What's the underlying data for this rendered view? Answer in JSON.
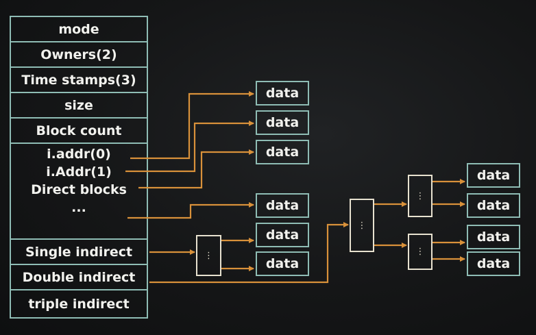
{
  "inode": {
    "rows": [
      "mode",
      "Owners(2)",
      "Time stamps(3)",
      "size",
      "Block count"
    ],
    "addr0": "i.addr(0)",
    "addr1": "i.Addr(1)",
    "direct": "Direct blocks",
    "dots": "...",
    "single": "Single indirect",
    "double": "Double indirect",
    "triple": "triple indirect"
  },
  "data_label": "data",
  "ptr_label": "⋮",
  "colors": {
    "box_border": "#8fbdb5",
    "arrow": "#d9913a",
    "text": "#f2f2ee"
  }
}
